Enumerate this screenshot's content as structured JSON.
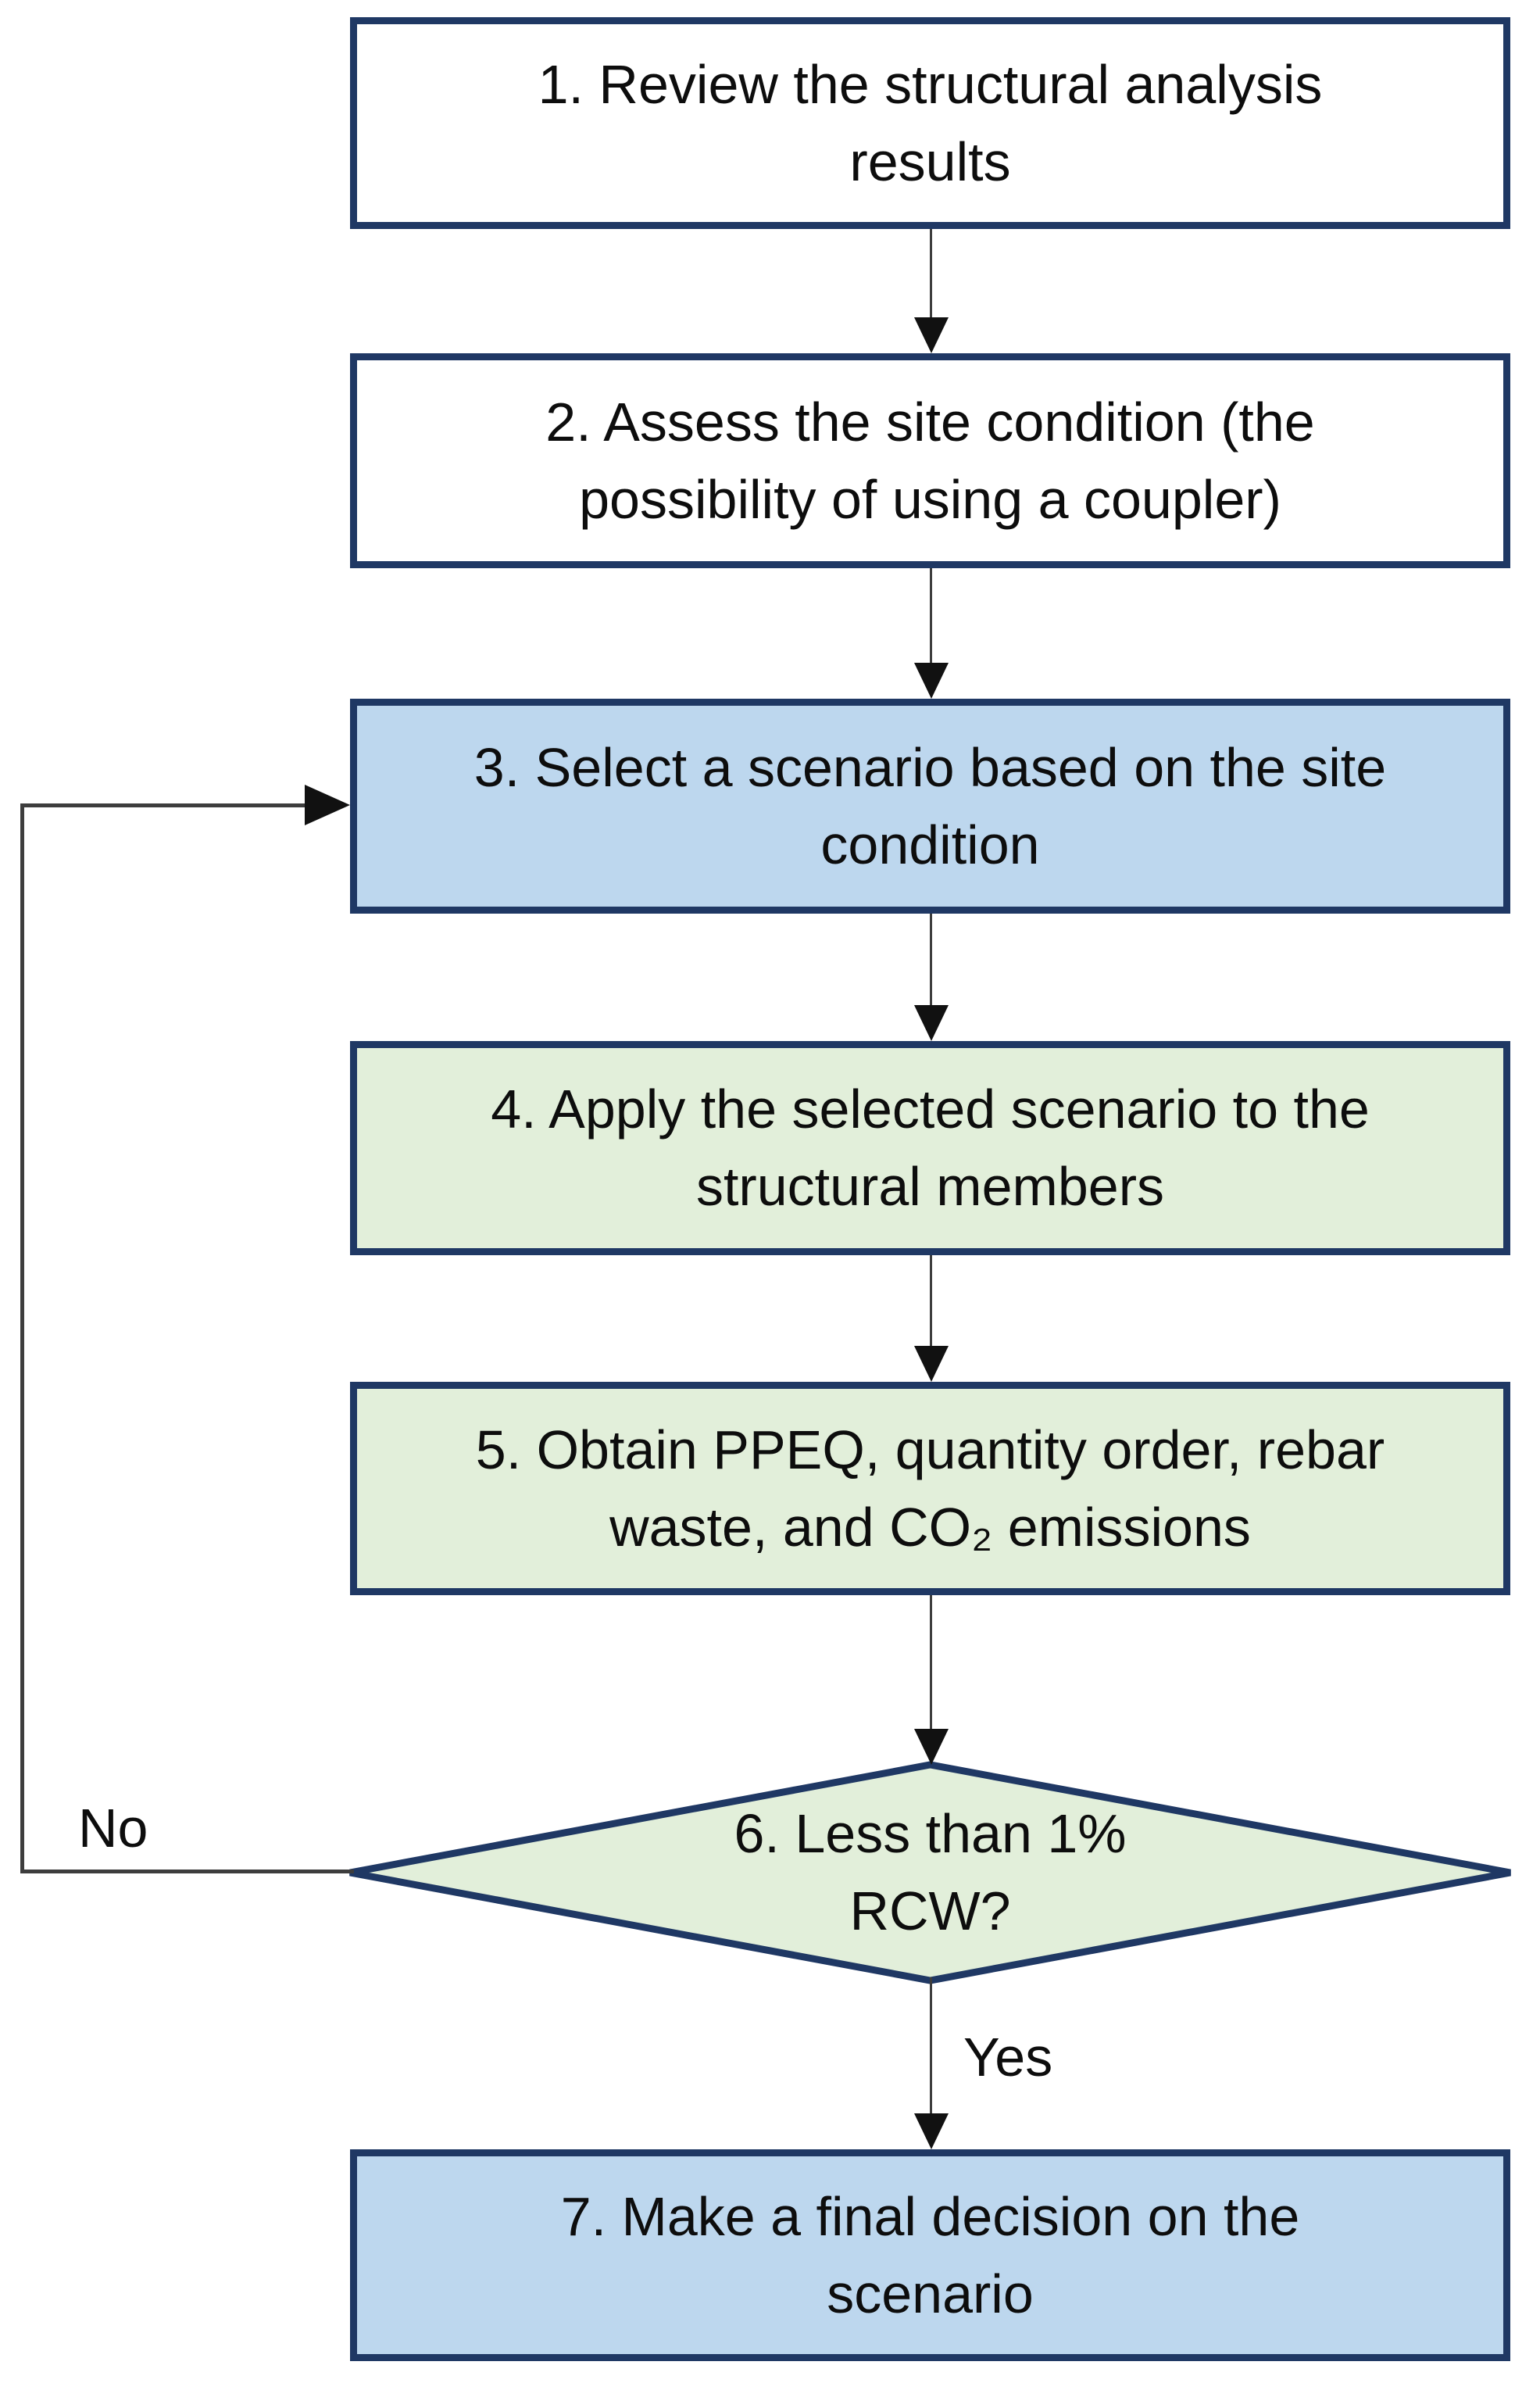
{
  "diagram": {
    "nodes": [
      {
        "id": "step1",
        "shape": "rect",
        "fill": "white",
        "line1": "1. Review the structural analysis",
        "line2": "results"
      },
      {
        "id": "step2",
        "shape": "rect",
        "fill": "white",
        "line1": "2. Assess the site condition (the",
        "line2": "possibility of using a coupler)"
      },
      {
        "id": "step3",
        "shape": "rect",
        "fill": "blue",
        "line1": "3. Select a scenario based on the site",
        "line2": "condition"
      },
      {
        "id": "step4",
        "shape": "rect",
        "fill": "green",
        "line1": "4. Apply the selected scenario to the",
        "line2": "structural members"
      },
      {
        "id": "step5",
        "shape": "rect",
        "fill": "green",
        "line1": "5. Obtain PPEQ, quantity order, rebar",
        "line2": "waste, and CO₂ emissions"
      },
      {
        "id": "decision6",
        "shape": "diamond",
        "fill": "green",
        "line1": "6. Less than 1%",
        "line2": "RCW?"
      },
      {
        "id": "step7",
        "shape": "rect",
        "fill": "blue",
        "line1": "7. Make a final decision on the",
        "line2": "scenario"
      }
    ],
    "edge_labels": {
      "no": "No",
      "yes": "Yes"
    },
    "colors": {
      "white": "#ffffff",
      "blue": "#bdd7ee",
      "green": "#e2efda",
      "border": "#1f3864",
      "line": "#3d3d3d",
      "arrow": "#111111",
      "text": "#0d0d0d"
    }
  }
}
